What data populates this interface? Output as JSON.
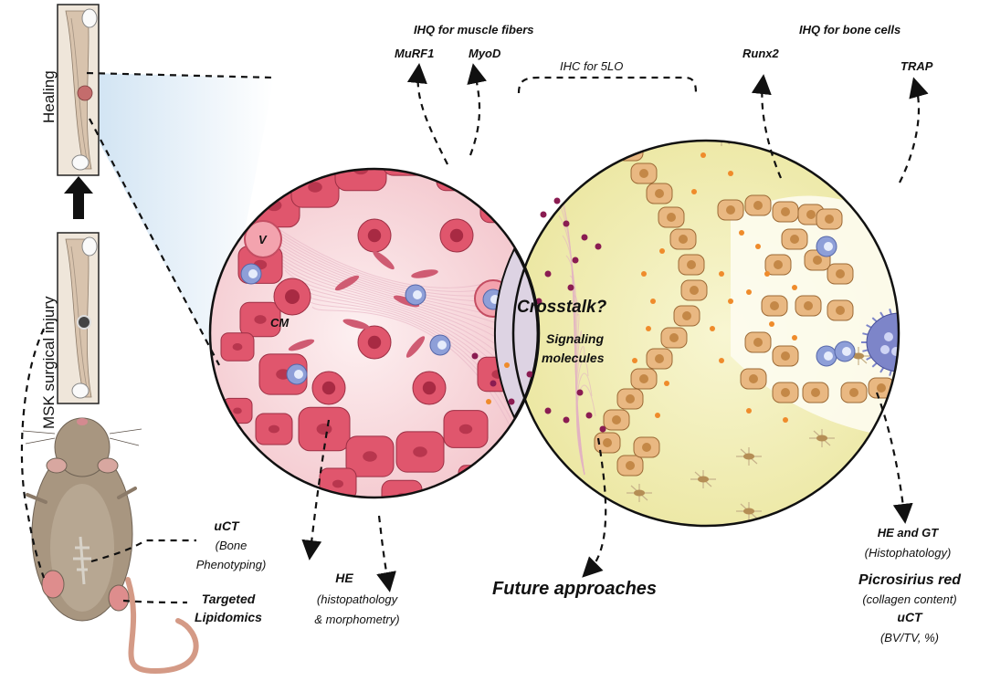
{
  "side_labels": {
    "healing": "Healing",
    "injury": "MSK surgical injury"
  },
  "muscle_panel": {
    "ihq_title": "IHQ for muscle fibers",
    "murf1": "MuRF1",
    "myod": "MyoD",
    "ihc_5lo": "IHC for 5LO",
    "v_label": "V",
    "cm_label": "CM"
  },
  "center": {
    "crosstalk": "Crosstalk?",
    "signaling_line1": "Signaling",
    "signaling_line2": "molecules",
    "future": "Future approaches"
  },
  "bone_panel": {
    "ihq_title": "IHQ for bone cells",
    "runx2": "Runx2",
    "trap": "TRAP"
  },
  "bottom_left": {
    "he": "HE",
    "he_sub1": "(histopathology",
    "he_sub2": "& morphometry)"
  },
  "bottom_right": {
    "he_gt": "HE and GT",
    "he_gt_sub": "(Histophatology)",
    "picrosirius": "Picrosirius red",
    "picrosirius_sub": "(collagen content)",
    "uct": "uCT",
    "uct_sub": "(BV/TV, %)"
  },
  "mouse": {
    "uct": "uCT",
    "uct_sub1": "(Bone",
    "uct_sub2": "Phenotyping)",
    "lipid1": "Targeted",
    "lipid2": "Lipidomics"
  },
  "colors": {
    "muscle_fill": "#f7d6da",
    "muscle_cell": "#e0566d",
    "bone_fill": "#f2efb5",
    "overlap_fill": "#ddd3e3",
    "osteoblast": "#e9b882",
    "osteoclast": "#7d85c9",
    "immune": "#8e9fd8"
  }
}
